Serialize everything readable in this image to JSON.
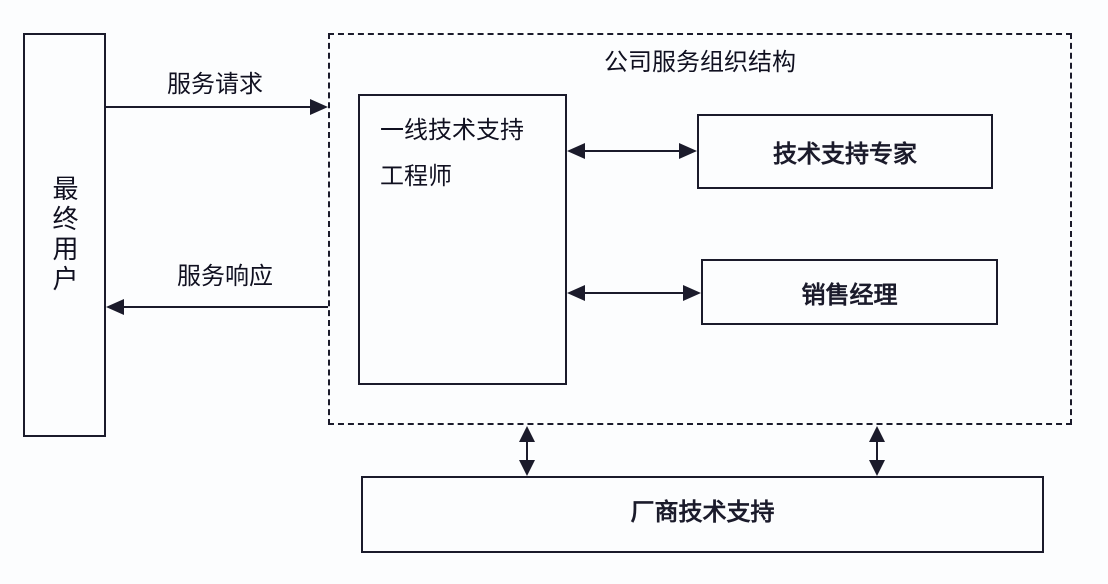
{
  "colors": {
    "line": "#1b1b2b",
    "background": "#fcfdfe"
  },
  "left_column": {
    "end_user_label": "最终用户"
  },
  "flows": {
    "request_label": "服务请求",
    "response_label": "服务响应"
  },
  "org_group": {
    "title": "公司服务组织结构",
    "engineer_box": {
      "line1": "一线技术支持",
      "line2": "工程师"
    },
    "expert_box": {
      "label": "技术支持专家"
    },
    "sales_box": {
      "label": "销售经理"
    }
  },
  "vendor_box": {
    "label": "厂商技术支持"
  }
}
